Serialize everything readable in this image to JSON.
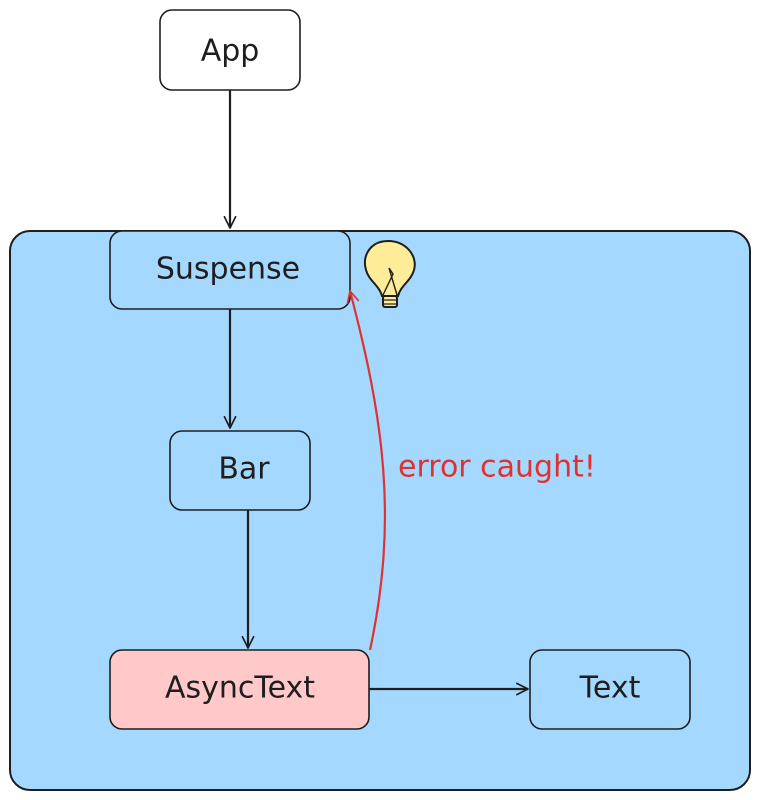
{
  "diagram": {
    "nodes": {
      "app": {
        "label": "App"
      },
      "suspense": {
        "label": "Suspense"
      },
      "bar": {
        "label": "Bar"
      },
      "async_text": {
        "label": "AsyncText"
      },
      "text": {
        "label": "Text"
      }
    },
    "annotations": {
      "error_caught": "error caught!"
    },
    "icons": {
      "boundary_hint": "lightbulb-icon"
    }
  },
  "colors": {
    "stroke": "#1e1e1e",
    "boundary_fill": "#a5d8ff",
    "node_fill_default": "#a5d8ff",
    "node_fill_top": "#ffffff",
    "node_fill_error": "#ffc9c9",
    "error_arrow": "#e03131",
    "bulb_fill": "#ffec99"
  }
}
